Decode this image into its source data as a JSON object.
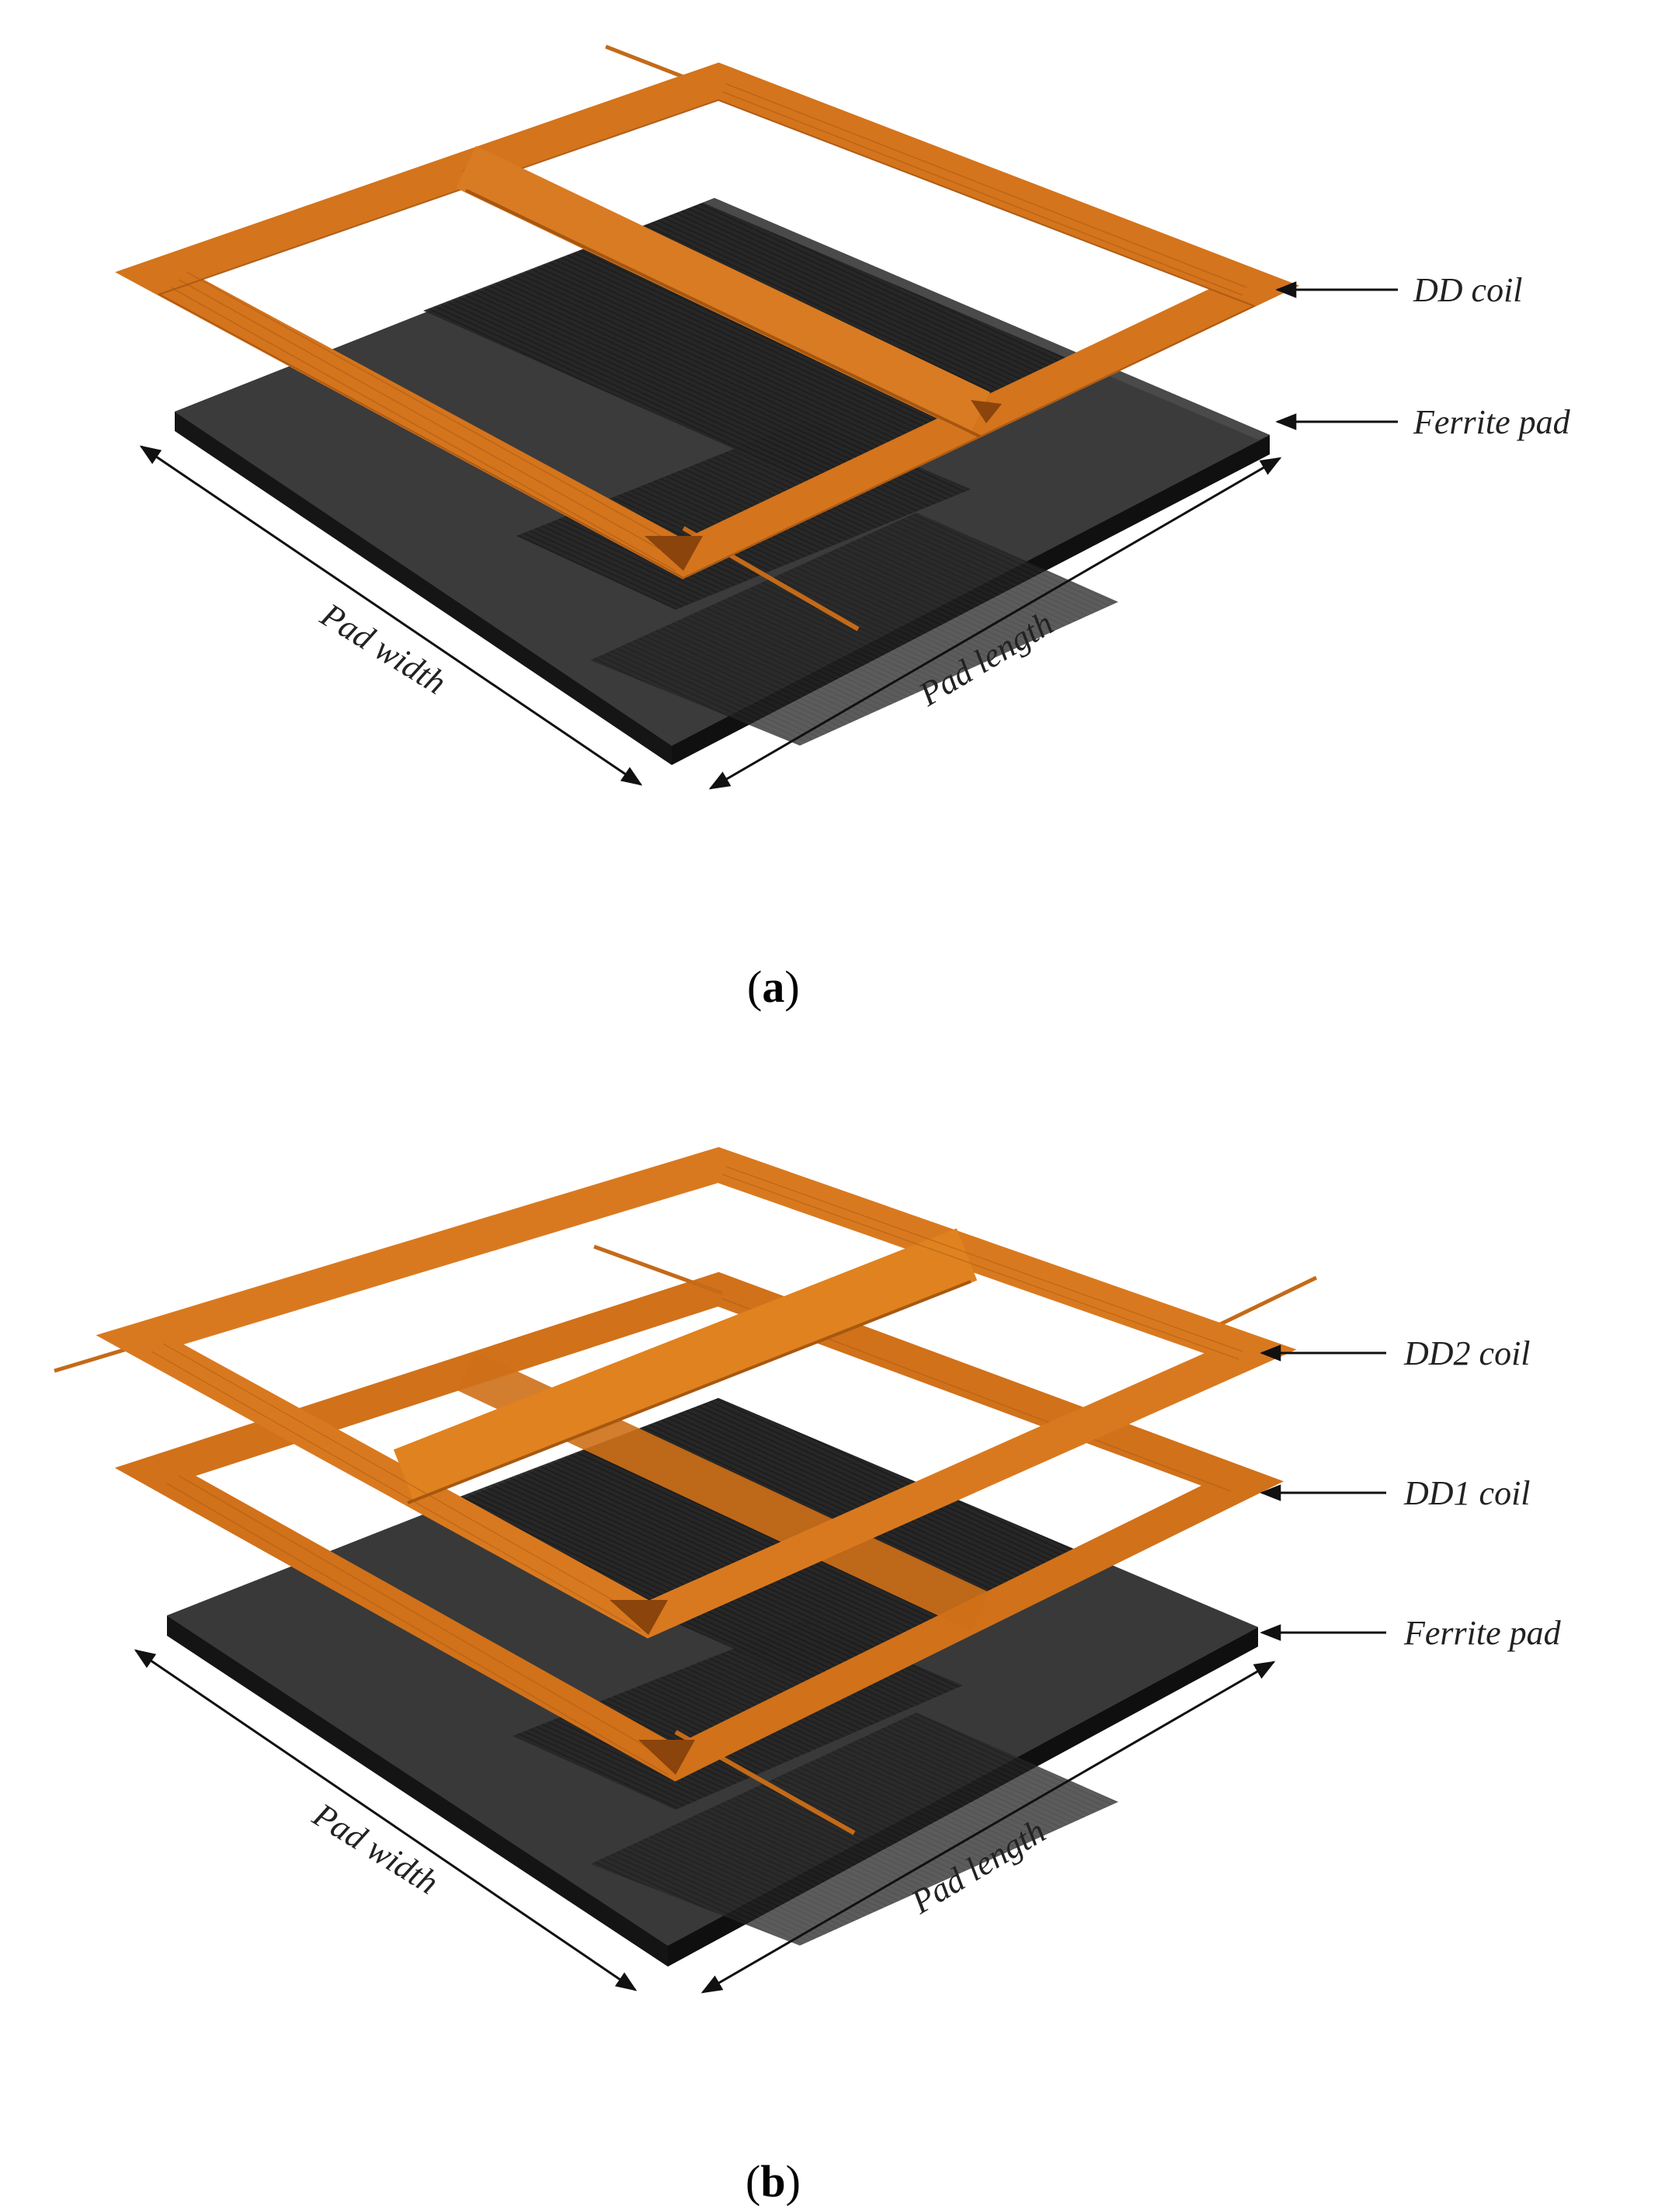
{
  "panel_a": {
    "caption_letter": "a",
    "labels": {
      "coil": "DD coil",
      "ferrite": "Ferrite pad",
      "width": "Pad width",
      "length": "Pad length"
    }
  },
  "panel_b": {
    "caption_letter": "b",
    "labels": {
      "coil2": "DD2 coil",
      "coil1": "DD1 coil",
      "ferrite": "Ferrite pad",
      "width": "Pad width",
      "length": "Pad length"
    }
  },
  "caption_open": "(",
  "caption_close": ")",
  "colors": {
    "copper": "#d4741c",
    "copper_dark": "#9a4e0c",
    "copper_light": "#ec8a2a",
    "ferrite_top": "#3a3a3a",
    "ferrite_side": "#1e1e1e",
    "ferrite_stripe": "#252525"
  }
}
